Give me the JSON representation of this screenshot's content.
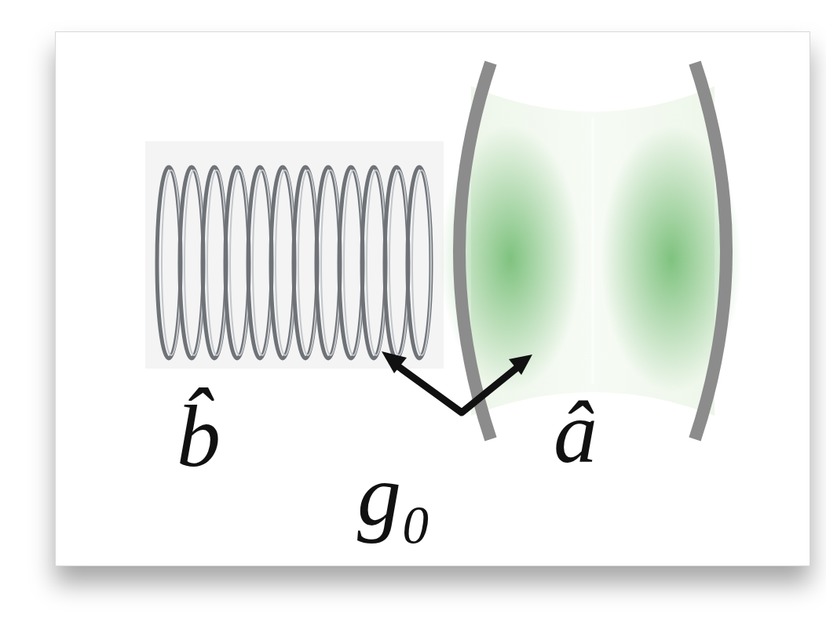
{
  "diagram": {
    "labels": [
      "b̂",
      "g₀",
      "â"
    ]
  }
}
